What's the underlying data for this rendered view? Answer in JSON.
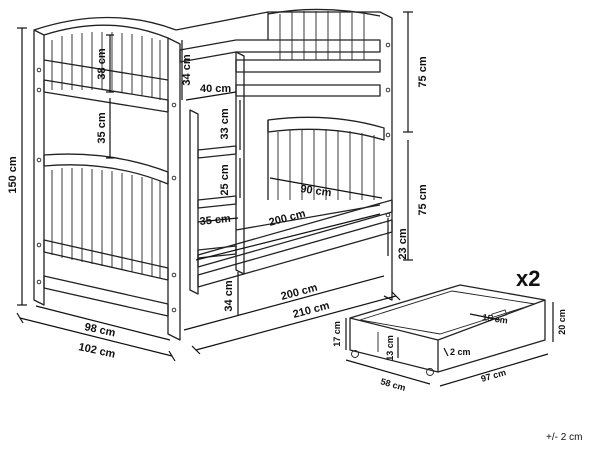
{
  "labels": {
    "bed_height": "150 cm",
    "upper_rail_height": "38 cm",
    "side_gap_upper": "35 cm",
    "ladder_top": "34 cm",
    "ladder_width": "40 cm",
    "ladder_rung_1": "33 cm",
    "ladder_rung_2": "25 cm",
    "ladder_base_width": "35 cm",
    "upper_bed_clearance": "75 cm",
    "lower_bed_clearance": "75 cm",
    "mattress_width": "90 cm",
    "mattress_length": "200 cm",
    "drawer_clearance": "23 cm",
    "base_height": "34 cm",
    "inner_length": "200 cm",
    "outer_length": "210 cm",
    "inner_width": "98 cm",
    "outer_width": "102 cm",
    "drawer_height_outer": "17 cm",
    "drawer_height_inner": "13 cm",
    "drawer_rim": "15 cm",
    "drawer_wall": "2 cm",
    "drawer_back_height": "20 cm",
    "drawer_width": "58 cm",
    "drawer_length": "97 cm"
  },
  "multiplier": "x2",
  "tolerance": "+/- 2 cm"
}
